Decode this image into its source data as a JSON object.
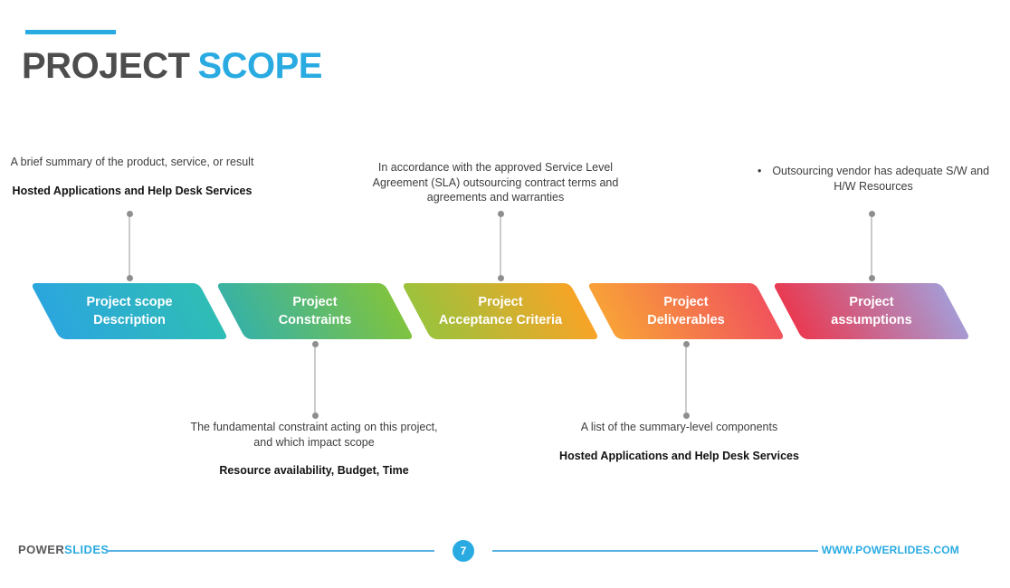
{
  "title": {
    "word1": "PROJECT",
    "word2": "SCOPE"
  },
  "steps": [
    {
      "line1": "Project scope",
      "line2": "Description",
      "color_start": "#2BA6DE",
      "color_end": "#2FBDB5"
    },
    {
      "line1": "Project",
      "line2": "Constraints",
      "color_start": "#38B2A4",
      "color_end": "#7FC340"
    },
    {
      "line1": "Project",
      "line2": "Acceptance Criteria",
      "color_start": "#9CC23C",
      "color_end": "#F7A427"
    },
    {
      "line1": "Project",
      "line2": "Deliverables",
      "color_start": "#F8A138",
      "color_end": "#F1545C"
    },
    {
      "line1": "Project",
      "line2": "assumptions",
      "color_start": "#E93A52",
      "color_end": "#A79AD3"
    }
  ],
  "annotations": {
    "description": {
      "normal": "A brief summary of the product, service, or result",
      "bold": "Hosted Applications and Help Desk Services"
    },
    "acceptance": {
      "line1": "In accordance with the approved Service Level",
      "line2": "Agreement (SLA) outsourcing contract terms and",
      "line3": "agreements and warranties"
    },
    "assumptions": {
      "bullet": "•",
      "line1": "Outsourcing vendor has adequate S/W and",
      "line2": "H/W Resources"
    },
    "constraints": {
      "normal1": "The fundamental constraint acting on this project,",
      "normal2": "and which impact scope",
      "bold": "Resource availability, Budget, Time"
    },
    "deliverables": {
      "normal": "A list of the summary-level components",
      "bold": "Hosted Applications and Help Desk Services"
    }
  },
  "footer": {
    "brand_primary": "POWER",
    "brand_accent": "SLIDES",
    "page_number": "7",
    "url": "WWW.POWERLIDES.COM"
  },
  "colors": {
    "accent": "#29ABE2",
    "title_dark": "#4D4D4D",
    "connector_dot": "#8E8E8E",
    "connector_line": "#CBCBCB"
  }
}
